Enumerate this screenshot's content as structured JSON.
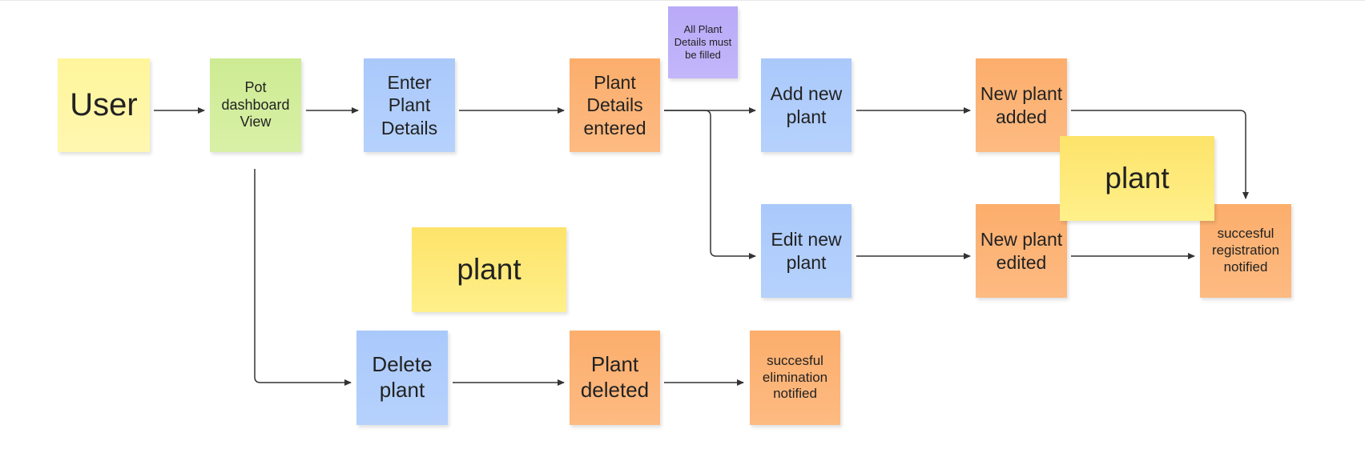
{
  "notes": {
    "user": "User",
    "pot_dashboard": "Pot dashboard View",
    "enter_plant_details": "Enter Plant Details",
    "plant_details_entered": "Plant Details entered",
    "all_details_required": "All Plant Details must be filled",
    "add_new_plant": "Add new plant",
    "new_plant_added": "New plant added",
    "plant_label_right": "plant",
    "edit_new_plant": "Edit new plant",
    "new_plant_edited": "New plant edited",
    "registration_notified": "succesful registration notified",
    "plant_label_center": "plant",
    "delete_plant": "Delete plant",
    "plant_deleted": "Plant deleted",
    "elimination_notified": "succesful elimination notified"
  },
  "colors": {
    "arrow": "#333333",
    "sticky_yellow": "#fde36a",
    "sticky_green": "#cdeb93",
    "sticky_blue": "#aac9fb",
    "sticky_orange": "#fcae6c",
    "sticky_purple": "#b9aaf8"
  }
}
